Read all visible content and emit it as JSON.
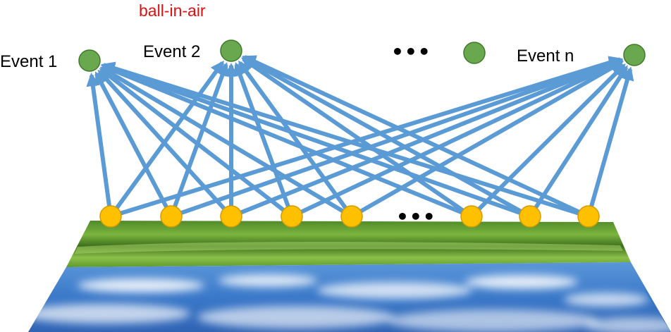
{
  "title": "ball-in-air",
  "events": [
    {
      "label": "Event 1"
    },
    {
      "label": "Event 2"
    },
    {
      "label": ""
    },
    {
      "label": "Event n"
    }
  ],
  "top_ellipsis": "•••",
  "bottom_ellipsis": "•••",
  "colors": {
    "title": "#e01010",
    "event_node": "#6aa84f",
    "event_node_stroke": "#3f7a2a",
    "feature_node": "#ffc000",
    "feature_node_stroke": "#d49a00",
    "arrow": "#5b9bd5",
    "grass_light": "#6fa83a",
    "grass_dark": "#2f5e17",
    "sky": "#3f7fd0"
  },
  "icons": [
    "event-node-icon",
    "feature-node-icon",
    "arrow-icon"
  ]
}
